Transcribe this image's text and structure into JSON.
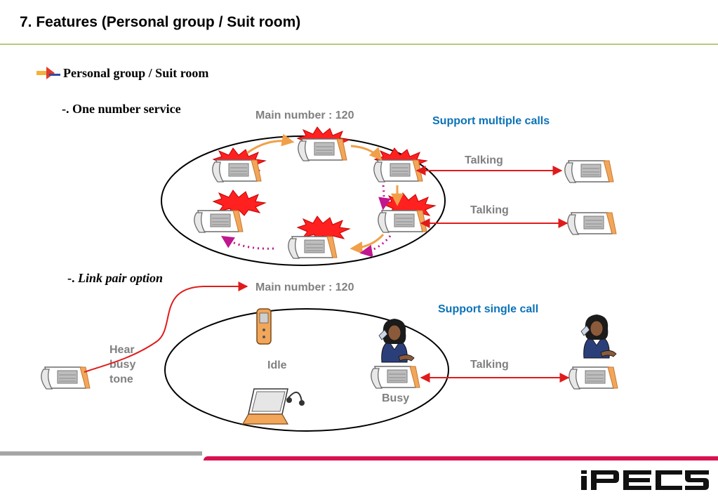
{
  "title": "7. Features (Personal group / Suit room)",
  "section": {
    "title": "Personal group / Suit room",
    "icon": "bullet-arrow-icon"
  },
  "one_number": {
    "label": "-. One number service",
    "main_number": "Main number : 120",
    "support": "Support multiple calls",
    "talking_1": "Talking",
    "talking_2": "Talking"
  },
  "link_pair": {
    "dash": "-. ",
    "label": "Link pair option",
    "main_number": "Main number : 120",
    "support": "Support single call",
    "hear_busy_tone": [
      "Hear",
      "busy",
      "tone"
    ],
    "idle": "Idle",
    "busy": "Busy",
    "talking": "Talking"
  },
  "logo_text": "iPECS",
  "colors": {
    "accent_blue": "#0b72b8",
    "label_gray": "#808080",
    "call_red": "#e01b1b",
    "ring_orange": "#f0a048",
    "transfer_magenta": "#c0168e",
    "rule_green": "#b7c97a",
    "footer_red": "#d8134f"
  }
}
